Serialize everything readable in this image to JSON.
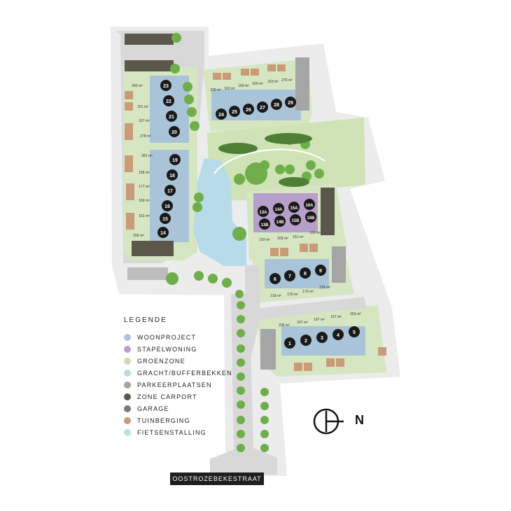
{
  "legend": {
    "title": "LEGENDE",
    "items": [
      {
        "label": "WOONPROJECT",
        "color": "#a9c4d9"
      },
      {
        "label": "STAPELWONING",
        "color": "#b79fcb"
      },
      {
        "label": "GROENZONE",
        "color": "#c9dfae"
      },
      {
        "label": "GRACHT/BUFFERBEKKEN",
        "color": "#b8dbe9"
      },
      {
        "label": "PARKEERPLAATSEN",
        "color": "#a5a5a5"
      },
      {
        "label": "ZONE CARPORT",
        "color": "#5b574a"
      },
      {
        "label": "GARAGE",
        "color": "#7a7a7a"
      },
      {
        "label": "TUINBERGING",
        "color": "#c99b76"
      },
      {
        "label": "FIETSENSTALLING",
        "color": "#bfdede"
      }
    ]
  },
  "street": "OOSTROZEBEKESTRAAT",
  "north": "N",
  "lots": {
    "l1": "1",
    "l2": "2",
    "l3": "3",
    "l4": "4",
    "l5": "5",
    "l6": "6",
    "l7": "7",
    "l8": "8",
    "l9": "9",
    "l14": "14",
    "l15": "15",
    "l16": "16",
    "l17": "17",
    "l18": "18",
    "l19": "19",
    "l20": "20",
    "l21": "21",
    "l22": "22",
    "l23": "23",
    "l24": "24",
    "l25": "25",
    "l26": "26",
    "l27": "27",
    "l28": "28",
    "l29": "29",
    "l13a": "13A",
    "l13b": "13B",
    "l14a": "14A",
    "l14b": "14B",
    "l15a": "15A",
    "l15b": "15B",
    "l16a": "16A",
    "l16b": "16B"
  },
  "areas": {
    "a300": "300 m²",
    "a161": "161 m²",
    "a167": "167 m²",
    "a278": "278 m²",
    "a281": "281 m²",
    "a195": "195 m²",
    "a177": "177 m²",
    "a169w": "169 m²",
    "a161w": "161 m²",
    "a209w": "209 m²",
    "a228": "228 m²",
    "a163a": "163 m²",
    "a169a": "169 m²",
    "a169b": "169 m²",
    "a163b": "163 m²",
    "a276": "276 m²",
    "a193": "193 m²",
    "a209s": "209 m²",
    "a151": "151 m²",
    "a169s": "169 m²",
    "a218a": "218 m²",
    "a170a": "170 m²",
    "a170b": "170 m²",
    "a218b": "218 m²",
    "a236": "236 m²",
    "a167s1": "167 m²",
    "a167s2": "167 m²",
    "a167s3": "167 m²",
    "a253": "253 m²"
  }
}
